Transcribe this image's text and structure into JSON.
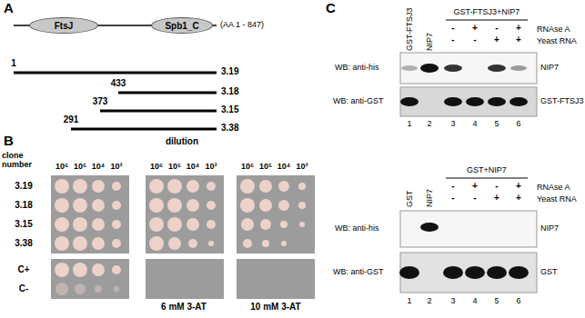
{
  "diagram": {
    "nodes": [
      {
        "text": [
          "FtsJ"
        ]
      },
      {
        "text": [
          "Spb1_C"
        ]
      }
    ],
    "labels": [
      "A",
      "(AA 1 - 847)",
      "1",
      "3.19",
      "433",
      "3.18",
      "373",
      "3.15",
      "291",
      "3.38",
      "B",
      "dilution",
      "clone number",
      "10⁶",
      "10⁵",
      "10⁴",
      "10³",
      "10⁶",
      "10⁵",
      "10⁴",
      "10³",
      "10⁶",
      "10⁵",
      "10⁴",
      "10³",
      "3.19",
      "3.18",
      "3.15",
      "3.38",
      "C+",
      "C-",
      "6 mM 3-AT",
      "10 mM 3-AT",
      "C",
      "GST-FTSJ3",
      "NIP7",
      "GST-FTSJ3+NIP7",
      "RNAse A",
      "Yeast RNA",
      "-",
      "+",
      "-",
      "+",
      "-",
      "-",
      "+",
      "+",
      "WB: anti-his",
      "NIP7",
      "WB: anti-GST",
      "GST-FTSJ3",
      "1",
      "2",
      "3",
      "4",
      "5",
      "6",
      "GST",
      "NIP7",
      "GST+NIP7",
      "RNAse A",
      "Yeast RNA",
      "-",
      "+",
      "-",
      "+",
      "-",
      "-",
      "+",
      "+",
      "WB: anti-his",
      "NIP7",
      "WB: anti-GST",
      "GST",
      "1",
      "2",
      "3",
      "4",
      "5",
      "6"
    ]
  }
}
